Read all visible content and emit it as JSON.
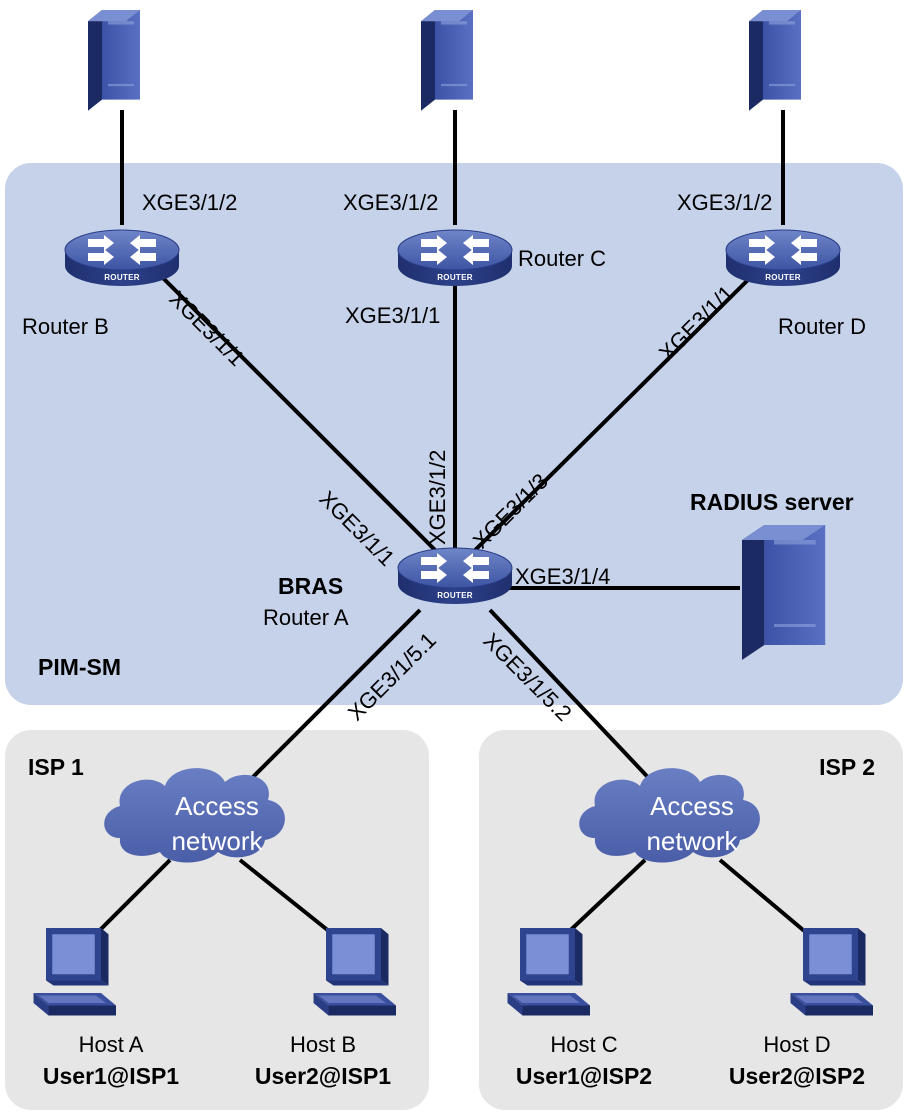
{
  "zones": {
    "pim": "PIM-SM",
    "isp1": "ISP 1",
    "isp2": "ISP 2"
  },
  "routers": {
    "a": {
      "role": "BRAS",
      "name": "Router A",
      "badge": "ROUTER"
    },
    "b": {
      "name": "Router B",
      "badge": "ROUTER"
    },
    "c": {
      "name": "Router C",
      "badge": "ROUTER"
    },
    "d": {
      "name": "Router D",
      "badge": "ROUTER"
    }
  },
  "radius": {
    "label": "RADIUS server"
  },
  "ports": {
    "b_up": "XGE3/1/2",
    "b_down": "XGE3/1/1",
    "c_up": "XGE3/1/2",
    "c_down": "XGE3/1/1",
    "d_up": "XGE3/1/2",
    "d_down": "XGE3/1/1",
    "a_to_b": "XGE3/1/1",
    "a_to_c": "XGE3/1/2",
    "a_to_d": "XGE3/1/3",
    "a_to_radius": "XGE3/1/4",
    "a_to_isp1": "XGE3/1/5.1",
    "a_to_isp2": "XGE3/1/5.2"
  },
  "clouds": {
    "isp1": {
      "line1": "Access",
      "line2": "network"
    },
    "isp2": {
      "line1": "Access",
      "line2": "network"
    }
  },
  "hosts": [
    {
      "name": "Host A",
      "user": "User1@ISP1"
    },
    {
      "name": "Host B",
      "user": "User2@ISP1"
    },
    {
      "name": "Host C",
      "user": "User1@ISP2"
    },
    {
      "name": "Host D",
      "user": "User2@ISP2"
    }
  ],
  "colors": {
    "pim_zone": "#c5d2ea",
    "isp_zone": "#e6e6e6",
    "device_blue": "#3a4f9e",
    "cloud": "#5a6db5"
  }
}
